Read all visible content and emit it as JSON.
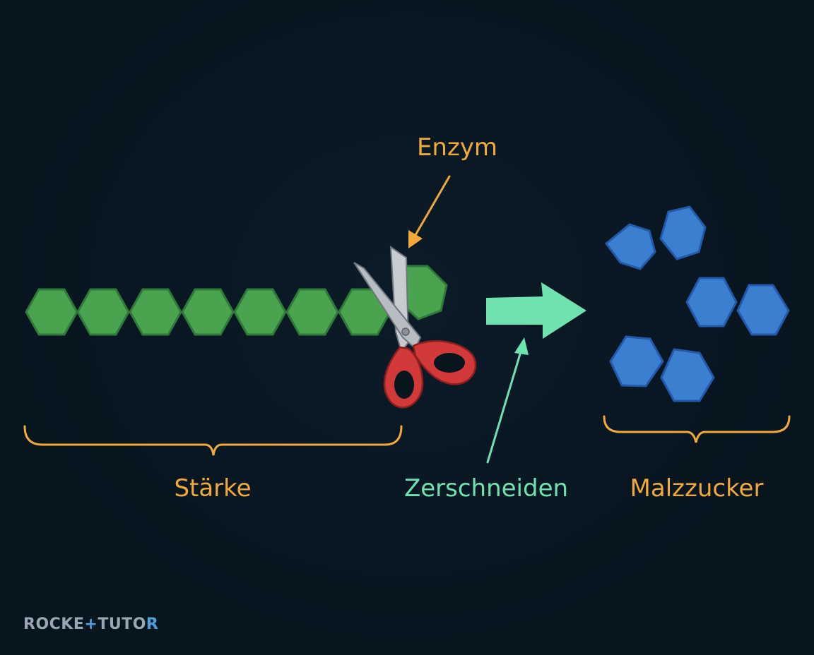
{
  "labels": {
    "enzyme": "Enzym",
    "starch": "Stärke",
    "cutting": "Zerschneiden",
    "maltose": "Malzzucker"
  },
  "logo": {
    "part1": "ROCKE",
    "plus": "+",
    "part2": "TUTO",
    "part3": "R"
  },
  "colors": {
    "background": "#07151f",
    "starch_fill": "#4aa34f",
    "starch_stroke": "#2f7a3a",
    "maltose_fill": "#3a7fd0",
    "maltose_stroke": "#2458a8",
    "label_orange": "#f2a93b",
    "arrow_teal": "#6ee3b0",
    "scissors_blade": "#c8ccd0",
    "scissors_handle": "#d23a3a",
    "logo_gray": "#9aa6b2",
    "logo_blue": "#4aa3e0"
  },
  "icons": {
    "tool": "scissors-icon",
    "process": "arrow-right-icon"
  }
}
